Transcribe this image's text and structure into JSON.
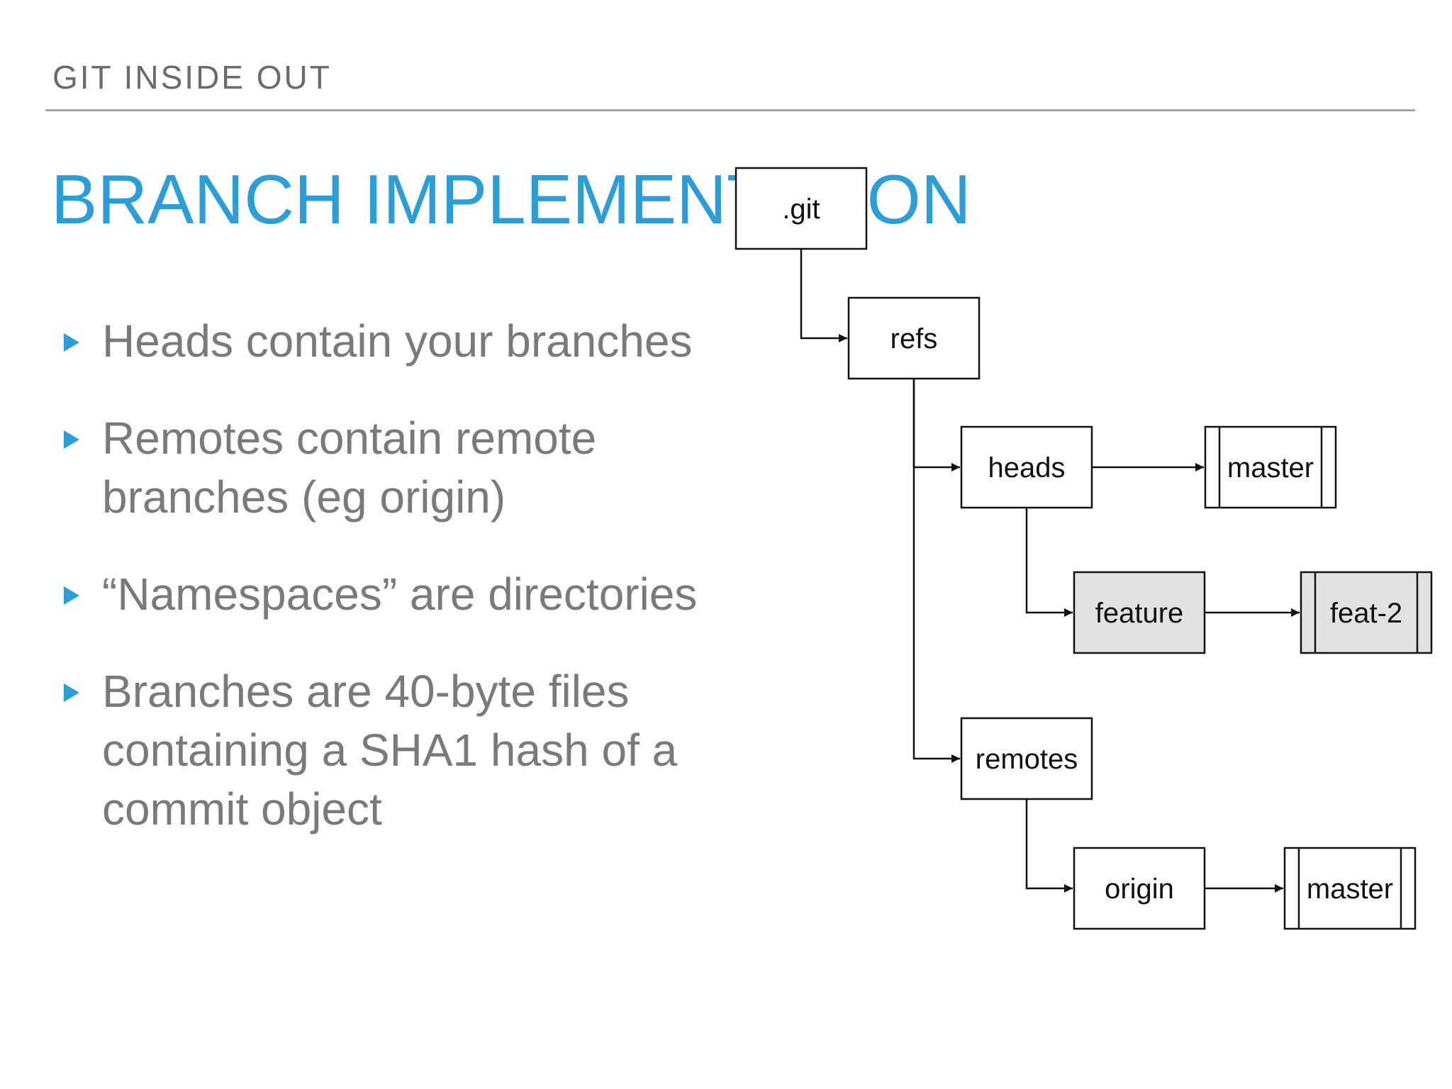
{
  "header": {
    "label": "GIT INSIDE OUT"
  },
  "title": {
    "text": "BRANCH IMPLEMENTATION"
  },
  "bullets": [
    "Heads contain your branches",
    "Remotes contain remote branches (eg origin)",
    "“Namespaces” are directories",
    "Branches are 40-byte files containing a SHA1 hash of a commit object"
  ],
  "tree": {
    "nodes": {
      "git": ".git",
      "refs": "refs",
      "heads": "heads",
      "master_local": "master",
      "feature": "feature",
      "feat2": "feat-2",
      "remotes": "remotes",
      "origin": "origin",
      "master_remote": "master"
    },
    "edges": [
      [
        "git",
        "refs"
      ],
      [
        "refs",
        "heads"
      ],
      [
        "refs",
        "remotes"
      ],
      [
        "heads",
        "master_local"
      ],
      [
        "heads",
        "feature"
      ],
      [
        "feature",
        "feat2"
      ],
      [
        "remotes",
        "origin"
      ],
      [
        "origin",
        "master_remote"
      ]
    ],
    "file_nodes": [
      "master_local",
      "feat2",
      "master_remote"
    ],
    "highlighted_nodes": [
      "feature",
      "feat2"
    ]
  },
  "colors": {
    "accent": "#2a9ed8",
    "body_text": "#7a7a7a",
    "header_text": "#6b6b6b",
    "highlight_fill": "#e2e2e2",
    "line": "#111111"
  }
}
